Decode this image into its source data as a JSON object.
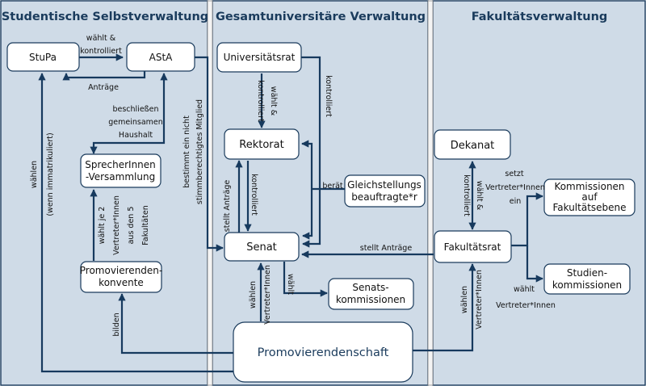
{
  "headers": {
    "studentisch": "Studentische Selbstverwaltung",
    "gesamt": "Gesamtuniversitäre Verwaltung",
    "fakultaet": "Fakultätsverwaltung"
  },
  "nodes": {
    "stupa": "StuPa",
    "asta": "AStA",
    "sprecher": [
      "SprecherInnen",
      "-Versammlung"
    ],
    "promkonvente": [
      "Promovierenden-",
      "konvente"
    ],
    "unirat": "Universitätsrat",
    "rektorat": "Rektorat",
    "gleich": [
      "Gleichstellungs",
      "beauftragte*r"
    ],
    "senat": "Senat",
    "senatskomm": [
      "Senats-",
      "kommissionen"
    ],
    "promschaft": "Promovierendenschaft",
    "dekanat": "Dekanat",
    "fakrat": "Fakultätsrat",
    "kommfak": [
      "Kommissionen",
      "auf",
      "Fakultätsebene"
    ],
    "studkomm": [
      "Studien-",
      "kommissionen"
    ]
  },
  "edges": {
    "waehlt_kontrolliert": [
      "wählt &",
      "kontrolliert"
    ],
    "antraege": "Anträge",
    "beschliessen": [
      "beschließen",
      "gemeinsamen",
      "Haushalt"
    ],
    "waehlen_immatr": [
      "wählen",
      "(wenn immatrikuliert)"
    ],
    "waehlt_vertreter_fak": [
      "wählt je 2",
      "Vertreter*Innen",
      "aus den 5",
      "Fakultäten"
    ],
    "bilden": "bilden",
    "bestimmt": [
      "bestimmt ein nicht",
      "stimmberechtigtes Mitglied"
    ],
    "ur_waehlt": [
      "wählt &",
      "kontrolliert"
    ],
    "ur_kontrolliert": "kontrolliert",
    "stellt_antraege_v": "stellt Anträge",
    "kontrolliert_v": "kontrolliert",
    "beraet": "berät",
    "senat_waehlt": "wählt",
    "waehlen_vertreter": [
      "wählen",
      "Vertreter*Innen"
    ],
    "dek_waehlt": [
      "wählt &",
      "kontrolliert"
    ],
    "setzt": [
      "setzt",
      "Vertreter*Innen",
      "ein"
    ],
    "stellt_antraege_h": "stellt Anträge",
    "fak_waehlen": [
      "wählen",
      "Vertreter*Innen"
    ],
    "komm_waehlt": [
      "wählt",
      "Vertreter*Innen"
    ]
  },
  "colors": {
    "navy": "#1a3b5c",
    "lane": "#cfdbe7",
    "arrow": "#173a5e"
  }
}
